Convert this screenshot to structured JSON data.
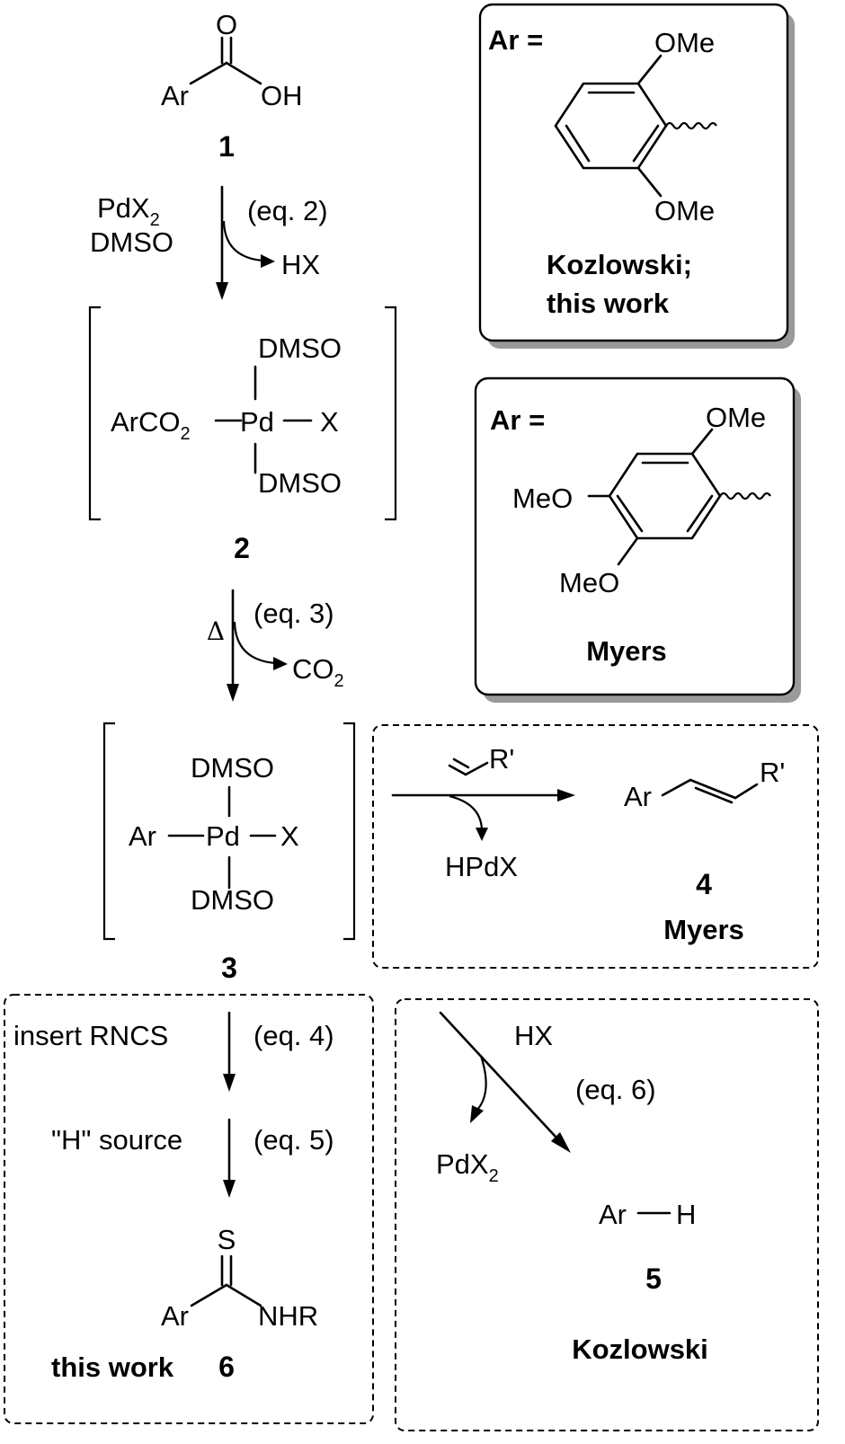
{
  "compound1": {
    "ar": "Ar",
    "o": "O",
    "oh": "OH",
    "number": "1"
  },
  "step1": {
    "reagent1": "PdX",
    "reagent1_sub": "2",
    "reagent2": "DMSO",
    "eq": "(eq. 2)",
    "byproduct": "HX"
  },
  "compound2": {
    "left": "ArCO",
    "left_sub": "2",
    "metal": "Pd",
    "x": "X",
    "top_ligand": "DMSO",
    "bottom_ligand": "DMSO",
    "number": "2"
  },
  "step2": {
    "heat": "Δ",
    "eq": "(eq. 3)",
    "byproduct": "CO",
    "byproduct_sub": "2"
  },
  "compound3": {
    "ar": "Ar",
    "metal": "Pd",
    "x": "X",
    "top_ligand": "DMSO",
    "bottom_ligand": "DMSO",
    "number": "3"
  },
  "heck_box": {
    "alkene_r": "R'",
    "byproduct": "HPdX",
    "product_ar": "Ar",
    "product_r": "R'",
    "number": "4",
    "author": "Myers"
  },
  "thioamide_box": {
    "step1_label": "insert RNCS",
    "step1_eq": "(eq. 4)",
    "step2_label": "\"H\" source",
    "step2_eq": "(eq. 5)",
    "s": "S",
    "ar": "Ar",
    "nhr": "NHR",
    "caption": "this work",
    "number": "6"
  },
  "proto_box": {
    "reagent": "HX",
    "eq": "(eq. 6)",
    "byproduct": "PdX",
    "byproduct_sub": "2",
    "ar": "Ar",
    "h": "H",
    "number": "5",
    "author": "Kozlowski"
  },
  "ar_box1": {
    "heading": "Ar =",
    "ome_top": "OMe",
    "ome_bottom": "OMe",
    "caption_line1": "Kozlowski;",
    "caption_line2": "this work"
  },
  "ar_box2": {
    "heading": "Ar =",
    "ome_top": "OMe",
    "meo_left": "MeO",
    "meo_bottom": "MeO",
    "caption": "Myers"
  }
}
